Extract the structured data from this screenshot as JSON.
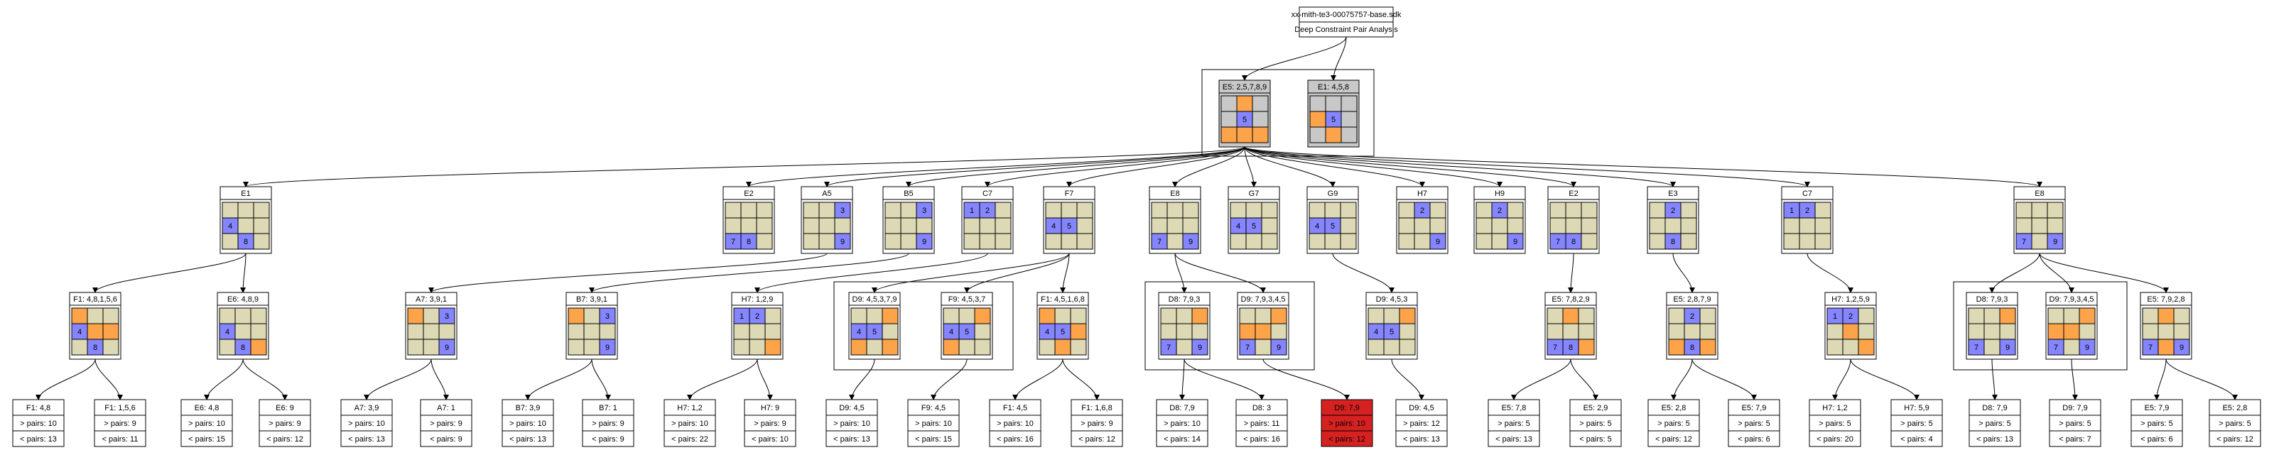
{
  "header": {
    "file": "xx-mith-te3-00075757-base.sdk",
    "subtitle": "Deep Constraint Pair Analysis"
  },
  "colors": {
    "cell": "#dcd9b4",
    "gray": "#c8c8c8",
    "orange": "#fda349",
    "blue": "#8585ff",
    "red": "#d62121",
    "white": "#ffffff"
  },
  "nodes": [
    {
      "id": "r1",
      "label": "E5: 2,5,7,8,9",
      "bg": "gray",
      "grid": [
        [
          "",
          "O",
          ""
        ],
        [
          "",
          "B5",
          ""
        ],
        [
          "O",
          "O",
          "O"
        ]
      ]
    },
    {
      "id": "r2",
      "label": "E1: 4,5,8",
      "bg": "gray",
      "grid": [
        [
          "",
          "",
          ""
        ],
        [
          "O",
          "B5",
          ""
        ],
        [
          "",
          "O",
          ""
        ]
      ]
    },
    {
      "id": "a1",
      "label": "E1",
      "grid": [
        [
          "",
          "",
          ""
        ],
        [
          "B4",
          "",
          ""
        ],
        [
          "",
          "B8",
          ""
        ]
      ]
    },
    {
      "id": "a2",
      "label": "E2",
      "grid": [
        [
          "",
          "",
          ""
        ],
        [
          "",
          "",
          ""
        ],
        [
          "B7",
          "B8",
          ""
        ]
      ]
    },
    {
      "id": "a3",
      "label": "A5",
      "grid": [
        [
          "",
          "",
          "B3"
        ],
        [
          "",
          "",
          ""
        ],
        [
          "",
          "",
          "B9"
        ]
      ]
    },
    {
      "id": "a4",
      "label": "B5",
      "grid": [
        [
          "",
          "",
          "B3"
        ],
        [
          "",
          "",
          ""
        ],
        [
          "",
          "",
          "B9"
        ]
      ]
    },
    {
      "id": "a5",
      "label": "C7",
      "grid": [
        [
          "B1",
          "B2",
          ""
        ],
        [
          "",
          "",
          ""
        ],
        [
          "",
          "",
          ""
        ]
      ]
    },
    {
      "id": "a6",
      "label": "F7",
      "grid": [
        [
          "",
          "",
          ""
        ],
        [
          "B4",
          "B5",
          ""
        ],
        [
          "",
          "",
          ""
        ]
      ]
    },
    {
      "id": "a7",
      "label": "E8",
      "grid": [
        [
          "",
          "",
          ""
        ],
        [
          "",
          "",
          ""
        ],
        [
          "B7",
          "",
          "B9"
        ]
      ]
    },
    {
      "id": "a8",
      "label": "G7",
      "grid": [
        [
          "",
          "",
          ""
        ],
        [
          "B4",
          "B5",
          ""
        ],
        [
          "",
          "",
          ""
        ]
      ]
    },
    {
      "id": "a9",
      "label": "G9",
      "grid": [
        [
          "",
          "",
          ""
        ],
        [
          "B4",
          "B5",
          ""
        ],
        [
          "",
          "",
          ""
        ]
      ]
    },
    {
      "id": "a10",
      "label": "H7",
      "grid": [
        [
          "",
          "B2",
          ""
        ],
        [
          "",
          "",
          ""
        ],
        [
          "",
          "",
          "B9"
        ]
      ]
    },
    {
      "id": "a11",
      "label": "H9",
      "grid": [
        [
          "",
          "B2",
          ""
        ],
        [
          "",
          "",
          ""
        ],
        [
          "",
          "",
          "B9"
        ]
      ]
    },
    {
      "id": "a12",
      "label": "E2",
      "grid": [
        [
          "",
          "",
          ""
        ],
        [
          "",
          "",
          ""
        ],
        [
          "B7",
          "B8",
          ""
        ]
      ]
    },
    {
      "id": "a13",
      "label": "E3",
      "grid": [
        [
          "",
          "B2",
          ""
        ],
        [
          "",
          "",
          ""
        ],
        [
          "",
          "B8",
          ""
        ]
      ]
    },
    {
      "id": "a14",
      "label": "C7",
      "grid": [
        [
          "B1",
          "B2",
          ""
        ],
        [
          "",
          "",
          ""
        ],
        [
          "",
          "",
          ""
        ]
      ]
    },
    {
      "id": "a15",
      "label": "E8",
      "grid": [
        [
          "",
          "",
          ""
        ],
        [
          "",
          "",
          ""
        ],
        [
          "B7",
          "",
          "B9"
        ]
      ]
    },
    {
      "id": "b1",
      "label": "F1: 4,8,1,5,6",
      "grid": [
        [
          "O",
          "",
          ""
        ],
        [
          "B4",
          "O",
          "O"
        ],
        [
          "",
          "B8",
          ""
        ]
      ]
    },
    {
      "id": "b2",
      "label": "E6: 4,8,9",
      "grid": [
        [
          "",
          "",
          ""
        ],
        [
          "B4",
          "",
          ""
        ],
        [
          "",
          "B8",
          "O"
        ]
      ]
    },
    {
      "id": "b3",
      "label": "A7: 3,9,1",
      "grid": [
        [
          "O",
          "",
          "B3"
        ],
        [
          "",
          "",
          ""
        ],
        [
          "",
          "",
          "B9"
        ]
      ]
    },
    {
      "id": "b4",
      "label": "B7: 3,9,1",
      "grid": [
        [
          "O",
          "",
          "B3"
        ],
        [
          "",
          "",
          ""
        ],
        [
          "",
          "",
          "B9"
        ]
      ]
    },
    {
      "id": "b5",
      "label": "H7: 1,2,9",
      "grid": [
        [
          "B1",
          "B2",
          ""
        ],
        [
          "",
          "",
          ""
        ],
        [
          "",
          "",
          "O"
        ]
      ]
    },
    {
      "id": "b6",
      "label": "D9: 4,5,3,7,9",
      "grid": [
        [
          "",
          "",
          "O"
        ],
        [
          "B4",
          "B5",
          ""
        ],
        [
          "O",
          "",
          "O"
        ]
      ]
    },
    {
      "id": "b7",
      "label": "F9: 4,5,3,7",
      "grid": [
        [
          "",
          "",
          "O"
        ],
        [
          "B4",
          "B5",
          ""
        ],
        [
          "O",
          "",
          ""
        ]
      ]
    },
    {
      "id": "b8",
      "label": "F1: 4,5,1,6,8",
      "grid": [
        [
          "O",
          "",
          ""
        ],
        [
          "B4",
          "B5",
          "O"
        ],
        [
          "",
          "O",
          ""
        ]
      ]
    },
    {
      "id": "b9",
      "label": "D8: 7,9,3",
      "grid": [
        [
          "",
          "",
          "O"
        ],
        [
          "",
          "",
          ""
        ],
        [
          "B7",
          "",
          "B9"
        ]
      ]
    },
    {
      "id": "b10",
      "label": "D9: 7,9,3,4,5",
      "grid": [
        [
          "",
          "",
          "O"
        ],
        [
          "O",
          "O",
          ""
        ],
        [
          "B7",
          "",
          "B9"
        ]
      ]
    },
    {
      "id": "b11",
      "label": "D9: 4,5,3",
      "grid": [
        [
          "",
          "",
          "O"
        ],
        [
          "B4",
          "B5",
          ""
        ],
        [
          "",
          "",
          ""
        ]
      ]
    },
    {
      "id": "b12",
      "label": "E5: 7,8,2,9",
      "grid": [
        [
          "",
          "O",
          ""
        ],
        [
          "",
          "",
          ""
        ],
        [
          "B7",
          "B8",
          "O"
        ]
      ]
    },
    {
      "id": "b13",
      "label": "E5: 2,8,7,9",
      "grid": [
        [
          "",
          "B2",
          ""
        ],
        [
          "",
          "",
          ""
        ],
        [
          "O",
          "B8",
          "O"
        ]
      ]
    },
    {
      "id": "b14",
      "label": "H7: 1,2,5,9",
      "grid": [
        [
          "B1",
          "B2",
          ""
        ],
        [
          "",
          "O",
          ""
        ],
        [
          "",
          "",
          "O"
        ]
      ]
    },
    {
      "id": "b15",
      "label": "D8: 7,9,3",
      "grid": [
        [
          "",
          "",
          "O"
        ],
        [
          "",
          "",
          ""
        ],
        [
          "B7",
          "",
          "B9"
        ]
      ]
    },
    {
      "id": "b16",
      "label": "D9: 7,9,3,4,5",
      "grid": [
        [
          "",
          "",
          "O"
        ],
        [
          "O",
          "O",
          ""
        ],
        [
          "B7",
          "",
          "B9"
        ]
      ]
    },
    {
      "id": "b17",
      "label": "E5: 7,9,2,8",
      "grid": [
        [
          "",
          "O",
          ""
        ],
        [
          "",
          "",
          ""
        ],
        [
          "B7",
          "O",
          "B9"
        ]
      ]
    }
  ],
  "leaves": [
    {
      "id": "c1",
      "title": "F1: 4,8",
      "gt": "> pairs: 10",
      "lt": "< pairs: 13"
    },
    {
      "id": "c2",
      "title": "F1: 1,5,6",
      "gt": "> pairs: 9",
      "lt": "< pairs: 11"
    },
    {
      "id": "c3",
      "title": "E6: 4,8",
      "gt": "> pairs: 10",
      "lt": "< pairs: 15"
    },
    {
      "id": "c4",
      "title": "E6: 9",
      "gt": "> pairs: 9",
      "lt": "< pairs: 12"
    },
    {
      "id": "c5",
      "title": "A7: 3,9",
      "gt": "> pairs: 10",
      "lt": "< pairs: 13"
    },
    {
      "id": "c6",
      "title": "A7: 1",
      "gt": "> pairs: 9",
      "lt": "< pairs: 9"
    },
    {
      "id": "c7",
      "title": "B7: 3,9",
      "gt": "> pairs: 10",
      "lt": "< pairs: 13"
    },
    {
      "id": "c8",
      "title": "B7: 1",
      "gt": "> pairs: 9",
      "lt": "< pairs: 9"
    },
    {
      "id": "c9",
      "title": "H7: 1,2",
      "gt": "> pairs: 10",
      "lt": "< pairs: 22"
    },
    {
      "id": "c10",
      "title": "H7: 9",
      "gt": "> pairs: 9",
      "lt": "< pairs: 10"
    },
    {
      "id": "c11",
      "title": "D9: 4,5",
      "gt": "> pairs: 10",
      "lt": "< pairs: 13"
    },
    {
      "id": "c12",
      "title": "F9: 4,5",
      "gt": "> pairs: 10",
      "lt": "< pairs: 15"
    },
    {
      "id": "c13",
      "title": "F1: 4,5",
      "gt": "> pairs: 10",
      "lt": "< pairs: 16"
    },
    {
      "id": "c14",
      "title": "F1: 1,6,8",
      "gt": "> pairs: 9",
      "lt": "< pairs: 12"
    },
    {
      "id": "c15",
      "title": "D8: 7,9",
      "gt": "> pairs: 10",
      "lt": "< pairs: 14"
    },
    {
      "id": "c16",
      "title": "D8: 3",
      "gt": "> pairs: 11",
      "lt": "< pairs: 16"
    },
    {
      "id": "c17",
      "title": "D9: 7,9",
      "gt": "> pairs: 10",
      "lt": "< pairs: 12",
      "highlight": true
    },
    {
      "id": "c18",
      "title": "D9: 4,5",
      "gt": "> pairs: 12",
      "lt": "< pairs: 13"
    },
    {
      "id": "c19",
      "title": "E5: 7,8",
      "gt": "> pairs: 5",
      "lt": "< pairs: 13"
    },
    {
      "id": "c20",
      "title": "E5: 2,9",
      "gt": "> pairs: 5",
      "lt": "< pairs: 5"
    },
    {
      "id": "c21",
      "title": "E5: 2,8",
      "gt": "> pairs: 5",
      "lt": "< pairs: 12"
    },
    {
      "id": "c22",
      "title": "E5: 7,9",
      "gt": "> pairs: 5",
      "lt": "< pairs: 6"
    },
    {
      "id": "c23",
      "title": "H7: 1,2",
      "gt": "> pairs: 5",
      "lt": "< pairs: 20"
    },
    {
      "id": "c24",
      "title": "H7: 5,9",
      "gt": "> pairs: 5",
      "lt": "< pairs: 4"
    },
    {
      "id": "c25",
      "title": "D8: 7,9",
      "gt": "> pairs: 5",
      "lt": "< pairs: 13"
    },
    {
      "id": "c26",
      "title": "D9: 7,9",
      "gt": "> pairs: 5",
      "lt": "< pairs: 7"
    },
    {
      "id": "c27",
      "title": "E5: 7,9",
      "gt": "> pairs: 5",
      "lt": "< pairs: 6"
    },
    {
      "id": "c28",
      "title": "E5: 2,8",
      "gt": "> pairs: 5",
      "lt": "< pairs: 12"
    }
  ],
  "edges": [
    [
      "header",
      "r1"
    ],
    [
      "header",
      "r2"
    ],
    [
      "r1",
      "a1"
    ],
    [
      "r1",
      "a2"
    ],
    [
      "r1",
      "a3"
    ],
    [
      "r1",
      "a4"
    ],
    [
      "r1",
      "a5"
    ],
    [
      "r1",
      "a6"
    ],
    [
      "r1",
      "a7"
    ],
    [
      "r1",
      "a8"
    ],
    [
      "r1",
      "a9"
    ],
    [
      "r1",
      "a10"
    ],
    [
      "r1",
      "a11"
    ],
    [
      "r1",
      "a12"
    ],
    [
      "r1",
      "a13"
    ],
    [
      "r1",
      "a14"
    ],
    [
      "r1",
      "a15"
    ],
    [
      "a1",
      "b1"
    ],
    [
      "a1",
      "b2"
    ],
    [
      "a3",
      "b3"
    ],
    [
      "a4",
      "b4"
    ],
    [
      "a5",
      "b5"
    ],
    [
      "a6",
      "b6"
    ],
    [
      "a6",
      "b7"
    ],
    [
      "a6",
      "b8"
    ],
    [
      "a7",
      "b9"
    ],
    [
      "a7",
      "b10"
    ],
    [
      "a9",
      "b11"
    ],
    [
      "a12",
      "b12"
    ],
    [
      "a13",
      "b13"
    ],
    [
      "a14",
      "b14"
    ],
    [
      "a15",
      "b15"
    ],
    [
      "a15",
      "b16"
    ],
    [
      "a15",
      "b17"
    ],
    [
      "b1",
      "c1"
    ],
    [
      "b1",
      "c2"
    ],
    [
      "b2",
      "c3"
    ],
    [
      "b2",
      "c4"
    ],
    [
      "b3",
      "c5"
    ],
    [
      "b3",
      "c6"
    ],
    [
      "b4",
      "c7"
    ],
    [
      "b4",
      "c8"
    ],
    [
      "b5",
      "c9"
    ],
    [
      "b5",
      "c10"
    ],
    [
      "b6",
      "c11"
    ],
    [
      "b7",
      "c12"
    ],
    [
      "b8",
      "c13"
    ],
    [
      "b8",
      "c14"
    ],
    [
      "b9",
      "c15"
    ],
    [
      "b9",
      "c16"
    ],
    [
      "b10",
      "c17"
    ],
    [
      "b11",
      "c18"
    ],
    [
      "b12",
      "c19"
    ],
    [
      "b12",
      "c20"
    ],
    [
      "b13",
      "c21"
    ],
    [
      "b13",
      "c22"
    ],
    [
      "b14",
      "c23"
    ],
    [
      "b14",
      "c24"
    ],
    [
      "b15",
      "c25"
    ],
    [
      "b16",
      "c26"
    ],
    [
      "b17",
      "c27"
    ],
    [
      "b17",
      "c28"
    ]
  ],
  "clusters": [
    [
      "r1",
      "r2"
    ],
    [
      "b6",
      "b7"
    ],
    [
      "b9",
      "b10"
    ],
    [
      "b15",
      "b16"
    ]
  ]
}
